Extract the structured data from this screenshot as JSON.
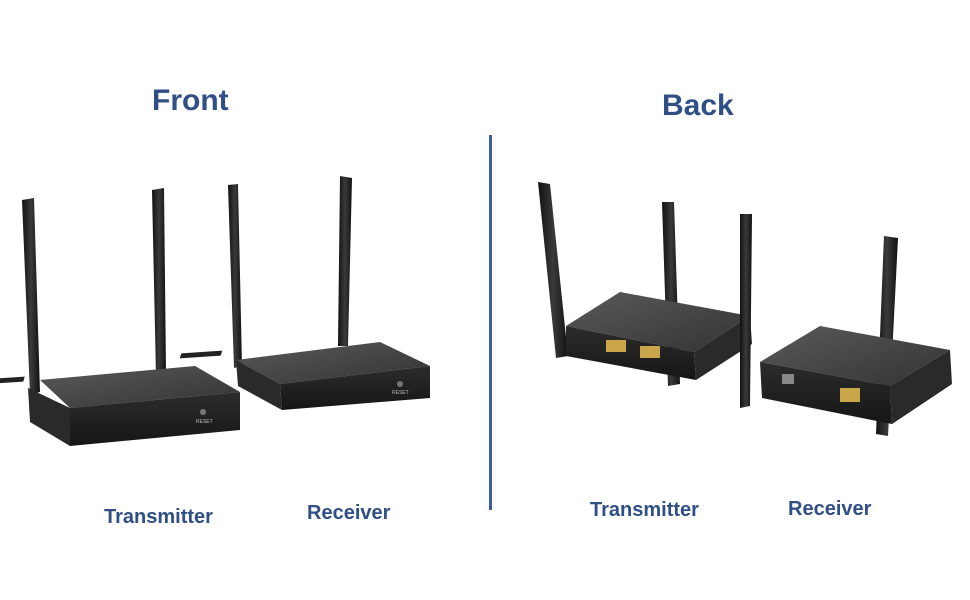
{
  "front": {
    "heading": "Front",
    "transmitter_label": "Transmitter",
    "receiver_label": "Receiver",
    "reset_label": "RESET"
  },
  "back": {
    "heading": "Back",
    "transmitter_label": "Transmitter",
    "receiver_label": "Receiver"
  },
  "colors": {
    "heading": "#2f4f86",
    "divider": "#3d5f9a",
    "device_body": "#3a3a3a",
    "device_top": "#4a4a4a",
    "antenna": "#1e1e1e"
  }
}
